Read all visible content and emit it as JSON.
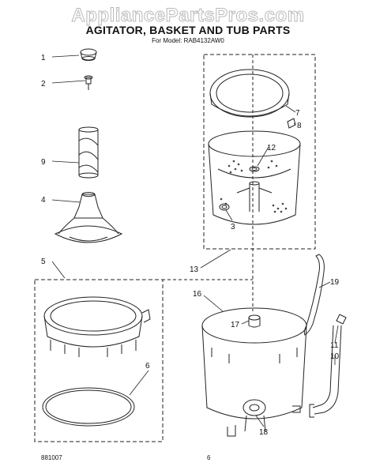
{
  "watermark": "AppliancePartsPros.com",
  "title": "AGITATOR, BASKET AND TUB PARTS",
  "subtitle": "For Model: RAB4132AW0",
  "footer": {
    "code": "881007",
    "page": "6"
  },
  "callouts": [
    "1",
    "2",
    "9",
    "4",
    "5",
    "6",
    "7",
    "8",
    "12",
    "3",
    "13",
    "16",
    "17",
    "18",
    "19",
    "11",
    "10"
  ]
}
